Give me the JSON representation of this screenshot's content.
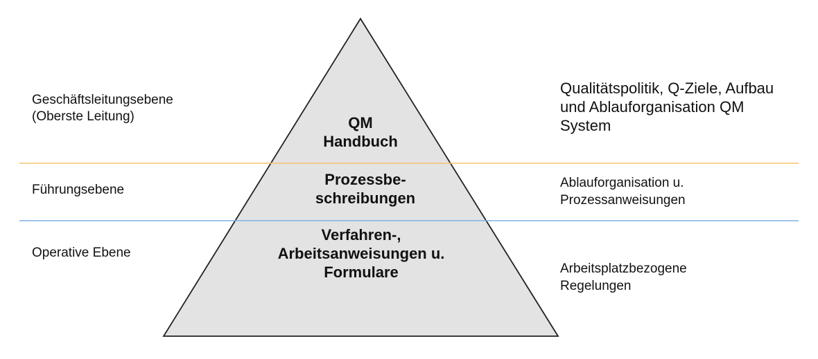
{
  "levels": [
    {
      "level_label": [
        "Geschäftsleitungsebene",
        "(Oberste Leitung)"
      ],
      "pyramid_label": [
        "QM",
        "Handbuch"
      ],
      "description": [
        "Qualitätspolitik, Q-Ziele, Aufbau",
        "und Ablauforganisation QM",
        "System"
      ]
    },
    {
      "level_label": [
        "Führungsebene"
      ],
      "pyramid_label": [
        "Prozessbe-",
        "schreibungen"
      ],
      "description": [
        "Ablauforganisation u.",
        "Prozessanweisungen"
      ]
    },
    {
      "level_label": [
        "Operative Ebene"
      ],
      "pyramid_label": [
        "Verfahren-,",
        "Arbeitsanweisungen u.",
        "Formulare"
      ],
      "description": [
        "Arbeitsplatzbezogene",
        "Regelungen"
      ]
    }
  ],
  "colors": {
    "pyramid_fill": "#e3e3e3",
    "pyramid_stroke": "#222222",
    "divider_top": "#f5c26b",
    "divider_bottom": "#7fb1e6",
    "text": "#111111"
  }
}
